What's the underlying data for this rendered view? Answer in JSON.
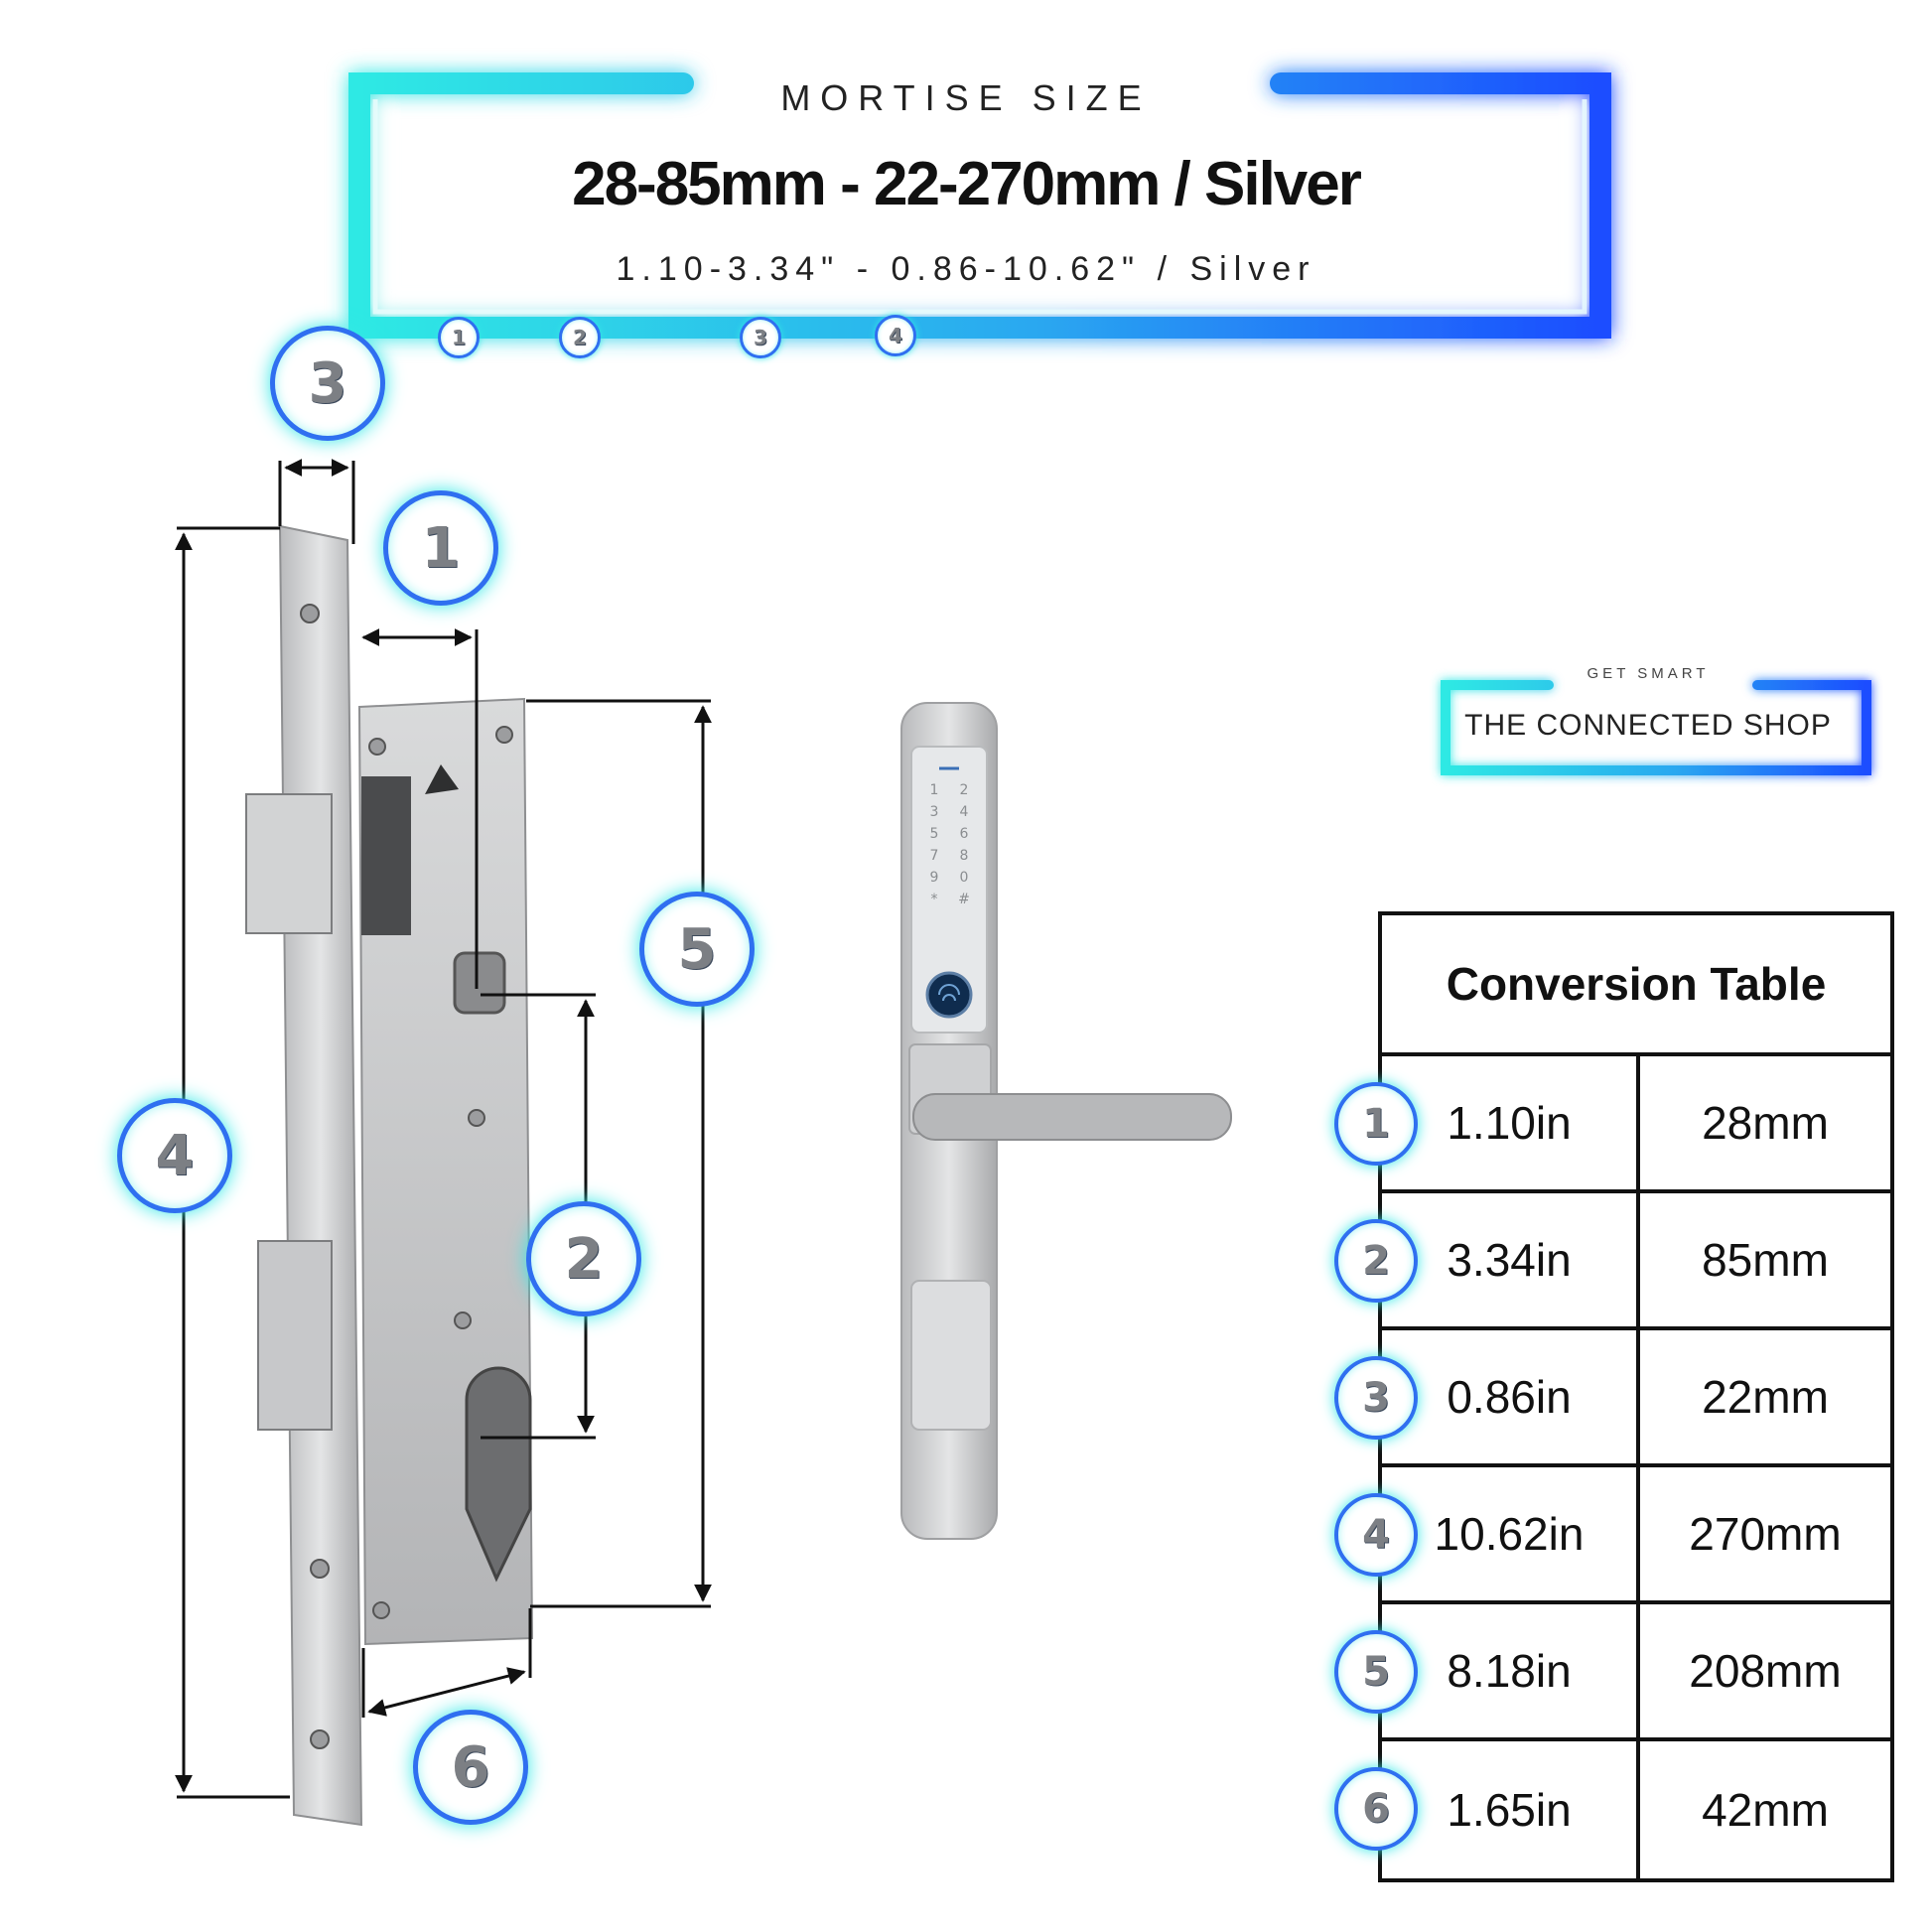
{
  "header": {
    "kicker": "MORTISE SIZE",
    "title": "28-85mm - 22-270mm / Silver",
    "subtitle": "1.10-3.34\" - 0.86-10.62\" / Silver",
    "step_markers": [
      "1",
      "2",
      "3",
      "4"
    ]
  },
  "brand": {
    "tagline": "GET SMART",
    "name": "THE CONNECTED SHOP"
  },
  "diagram": {
    "callouts": [
      "1",
      "2",
      "3",
      "4",
      "5",
      "6"
    ]
  },
  "keypad": {
    "keys": [
      "1",
      "2",
      "3",
      "4",
      "5",
      "6",
      "7",
      "8",
      "9",
      "0",
      "*",
      "#"
    ]
  },
  "conversion_table": {
    "title": "Conversion Table",
    "rows": [
      {
        "id": "1",
        "inches": "1.10in",
        "mm": "28mm"
      },
      {
        "id": "2",
        "inches": "3.34in",
        "mm": "85mm"
      },
      {
        "id": "3",
        "inches": "0.86in",
        "mm": "22mm"
      },
      {
        "id": "4",
        "inches": "10.62in",
        "mm": "270mm"
      },
      {
        "id": "5",
        "inches": "8.18in",
        "mm": "208mm"
      },
      {
        "id": "6",
        "inches": "1.65in",
        "mm": "42mm"
      }
    ]
  },
  "colors": {
    "glow_cyan": "#35e8e6",
    "glow_blue": "#1f55ff",
    "metal": "#c9cacb",
    "text": "#111111"
  }
}
